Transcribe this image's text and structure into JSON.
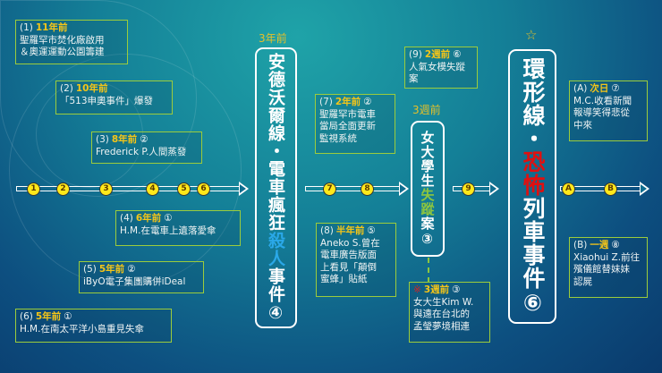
{
  "events": [
    {
      "index": "(1)",
      "when": "11年前",
      "ref": "",
      "body": "聖羅罕市焚化廠啟用\n＆奧運運動公園籌建"
    },
    {
      "index": "(2)",
      "when": "10年前",
      "ref": "",
      "body": "「513申奧事件」爆發"
    },
    {
      "index": "(3)",
      "when": "8年前",
      "ref": "②",
      "body": "Frederick P.人間蒸發"
    },
    {
      "index": "(4)",
      "when": "6年前",
      "ref": "①",
      "body": "H.M.在電車上遺落愛傘"
    },
    {
      "index": "(5)",
      "when": "5年前",
      "ref": "②",
      "body": "iByO電子集團購併iDeal"
    },
    {
      "index": "(6)",
      "when": "5年前",
      "ref": "①",
      "body": "H.M.在南太平洋小島重見失傘"
    },
    {
      "index": "(7)",
      "when": "2年前",
      "ref": "②",
      "body": "聖羅罕市電車\n當局全面更新\n監視系統"
    },
    {
      "index": "(8)",
      "when": "半年前",
      "ref": "⑤",
      "body": "Aneko S.曾在\n電車廣告版面\n上看見「顛倒\n蜜蜂」貼紙"
    },
    {
      "index": "(9)",
      "when": "2週前",
      "ref": "⑥",
      "body": "人氣女模失蹤案"
    },
    {
      "index": "※",
      "when": "3週前",
      "ref": "③",
      "body": "女大生Kim W.\n與遠在台北的\n孟瑩夢境相連"
    },
    {
      "index": "(A)",
      "when": "次日",
      "ref": "⑦",
      "body": "M.C.收看新聞\n報導笑得悲從\n中來"
    },
    {
      "index": "(B)",
      "when": "一週",
      "ref": "⑧",
      "body": "Xiaohui Z.前往\n殯儀館替妹妹\n認屍"
    }
  ],
  "cases": [
    {
      "label": "3年前",
      "segments": [
        {
          "text": "安德沃爾線・電車瘋狂",
          "color": "#ffffff"
        },
        {
          "text": "殺人",
          "color": "#2aa8e8"
        },
        {
          "text": "事件④",
          "color": "#ffffff"
        }
      ]
    },
    {
      "label": "3週前",
      "segments": [
        {
          "text": "女大學生",
          "color": "#ffffff"
        },
        {
          "text": "失蹤",
          "color": "#8dc63f"
        },
        {
          "text": "案③",
          "color": "#ffffff"
        }
      ]
    },
    {
      "label": "☆",
      "segments": [
        {
          "text": "環形線・",
          "color": "#ffffff"
        },
        {
          "text": "恐怖",
          "color": "#e01010"
        },
        {
          "text": "列車事件⑥",
          "color": "#ffffff"
        }
      ]
    }
  ],
  "timelines": [
    {
      "markers": [
        "1",
        "2",
        "3",
        "4",
        "5",
        "6"
      ]
    },
    {
      "markers": [
        "7",
        "8"
      ]
    },
    {
      "markers": [
        "9"
      ]
    },
    {
      "markers": [
        "A",
        "B"
      ]
    }
  ],
  "colors": {
    "accent_gold": "#f5c518",
    "box_border": "#9ccc3c",
    "marker": "#ffe81a"
  }
}
